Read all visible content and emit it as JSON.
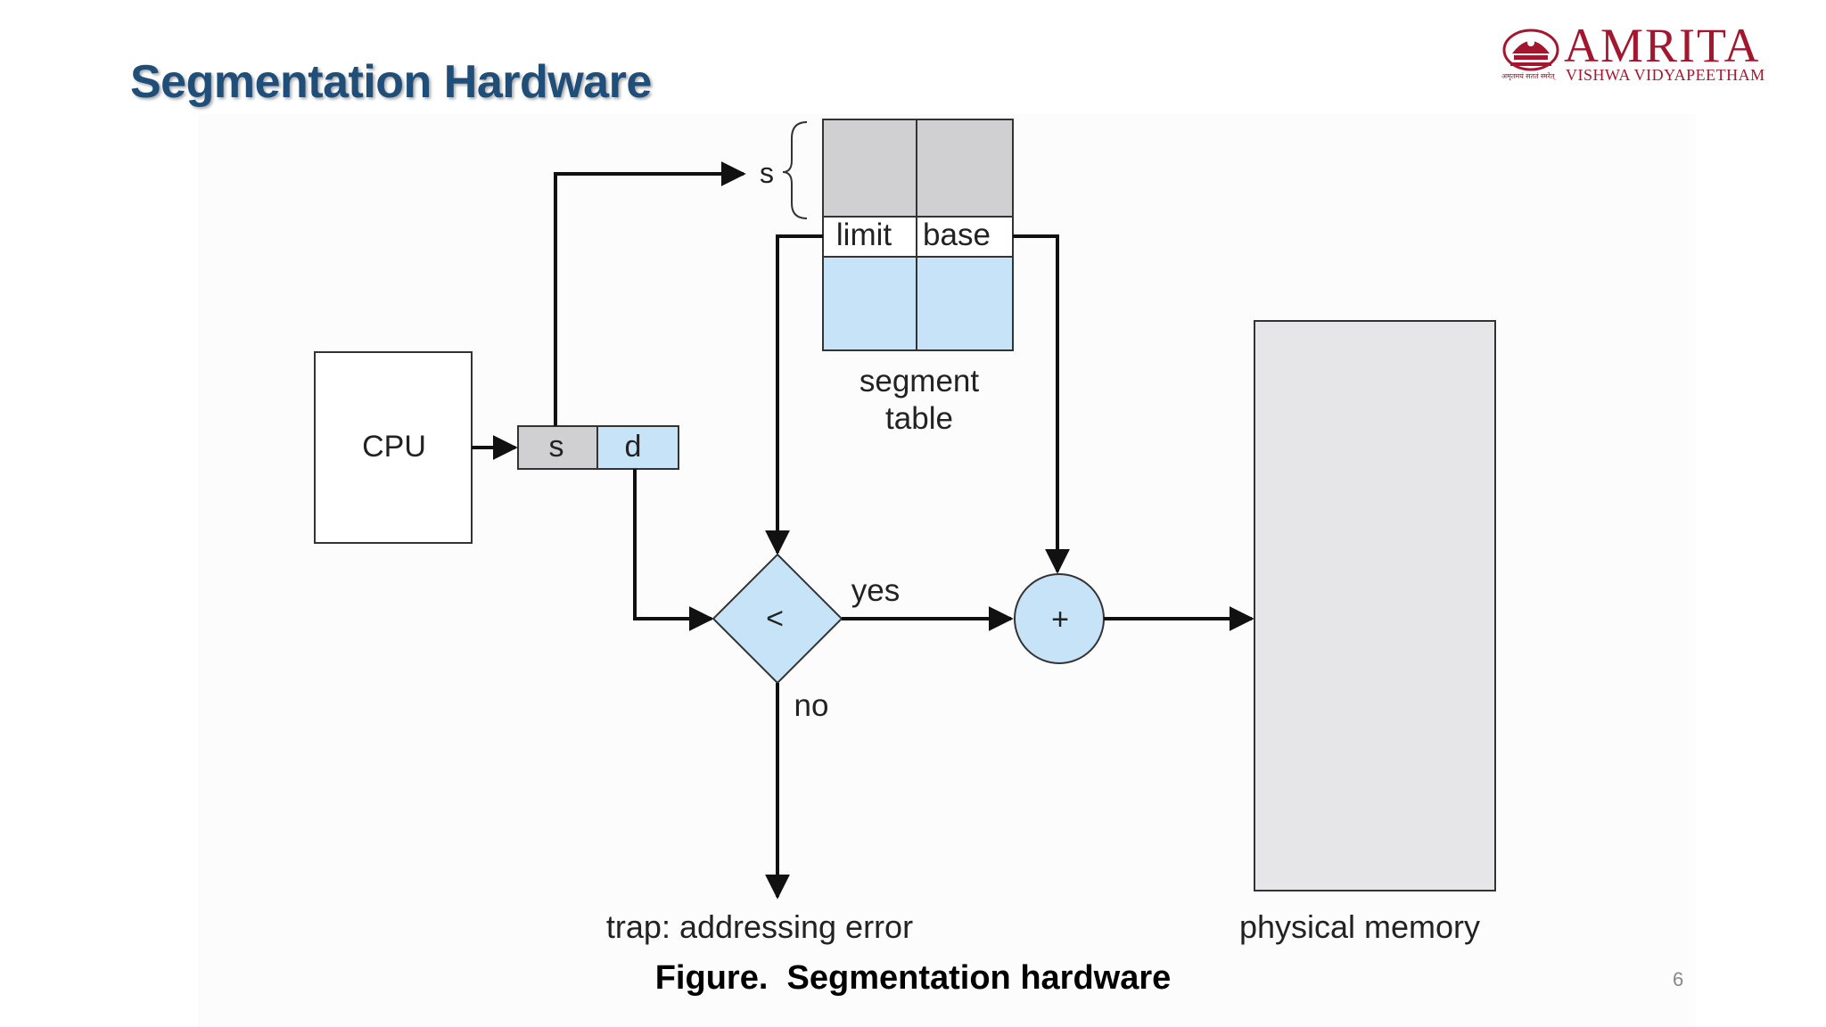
{
  "slide": {
    "title": "Segmentation Hardware",
    "caption": "Figure.  Segmentation hardware",
    "page_number": "6"
  },
  "logo": {
    "name": "AMRITA",
    "subtitle": "VISHWA VIDYAPEETHAM",
    "tagline": "अमृतमयं सततं स्मरेत्"
  },
  "diagram": {
    "cpu_label": "CPU",
    "address_s": "s",
    "address_d": "d",
    "segment_index": "s",
    "limit_label": "limit",
    "base_label": "base",
    "segment_table_label_line1": "segment",
    "segment_table_label_line2": "table",
    "compare_symbol": "<",
    "adder_symbol": "+",
    "yes_label": "yes",
    "no_label": "no",
    "trap_label": "trap: addressing error",
    "physical_memory_label": "physical memory"
  },
  "colors": {
    "title": "#1f4e79",
    "logo": "#a3162d",
    "gray_fill": "#d0d0d2",
    "blue_fill": "#c6e3f7",
    "memory_fill": "#e6e6e8"
  }
}
